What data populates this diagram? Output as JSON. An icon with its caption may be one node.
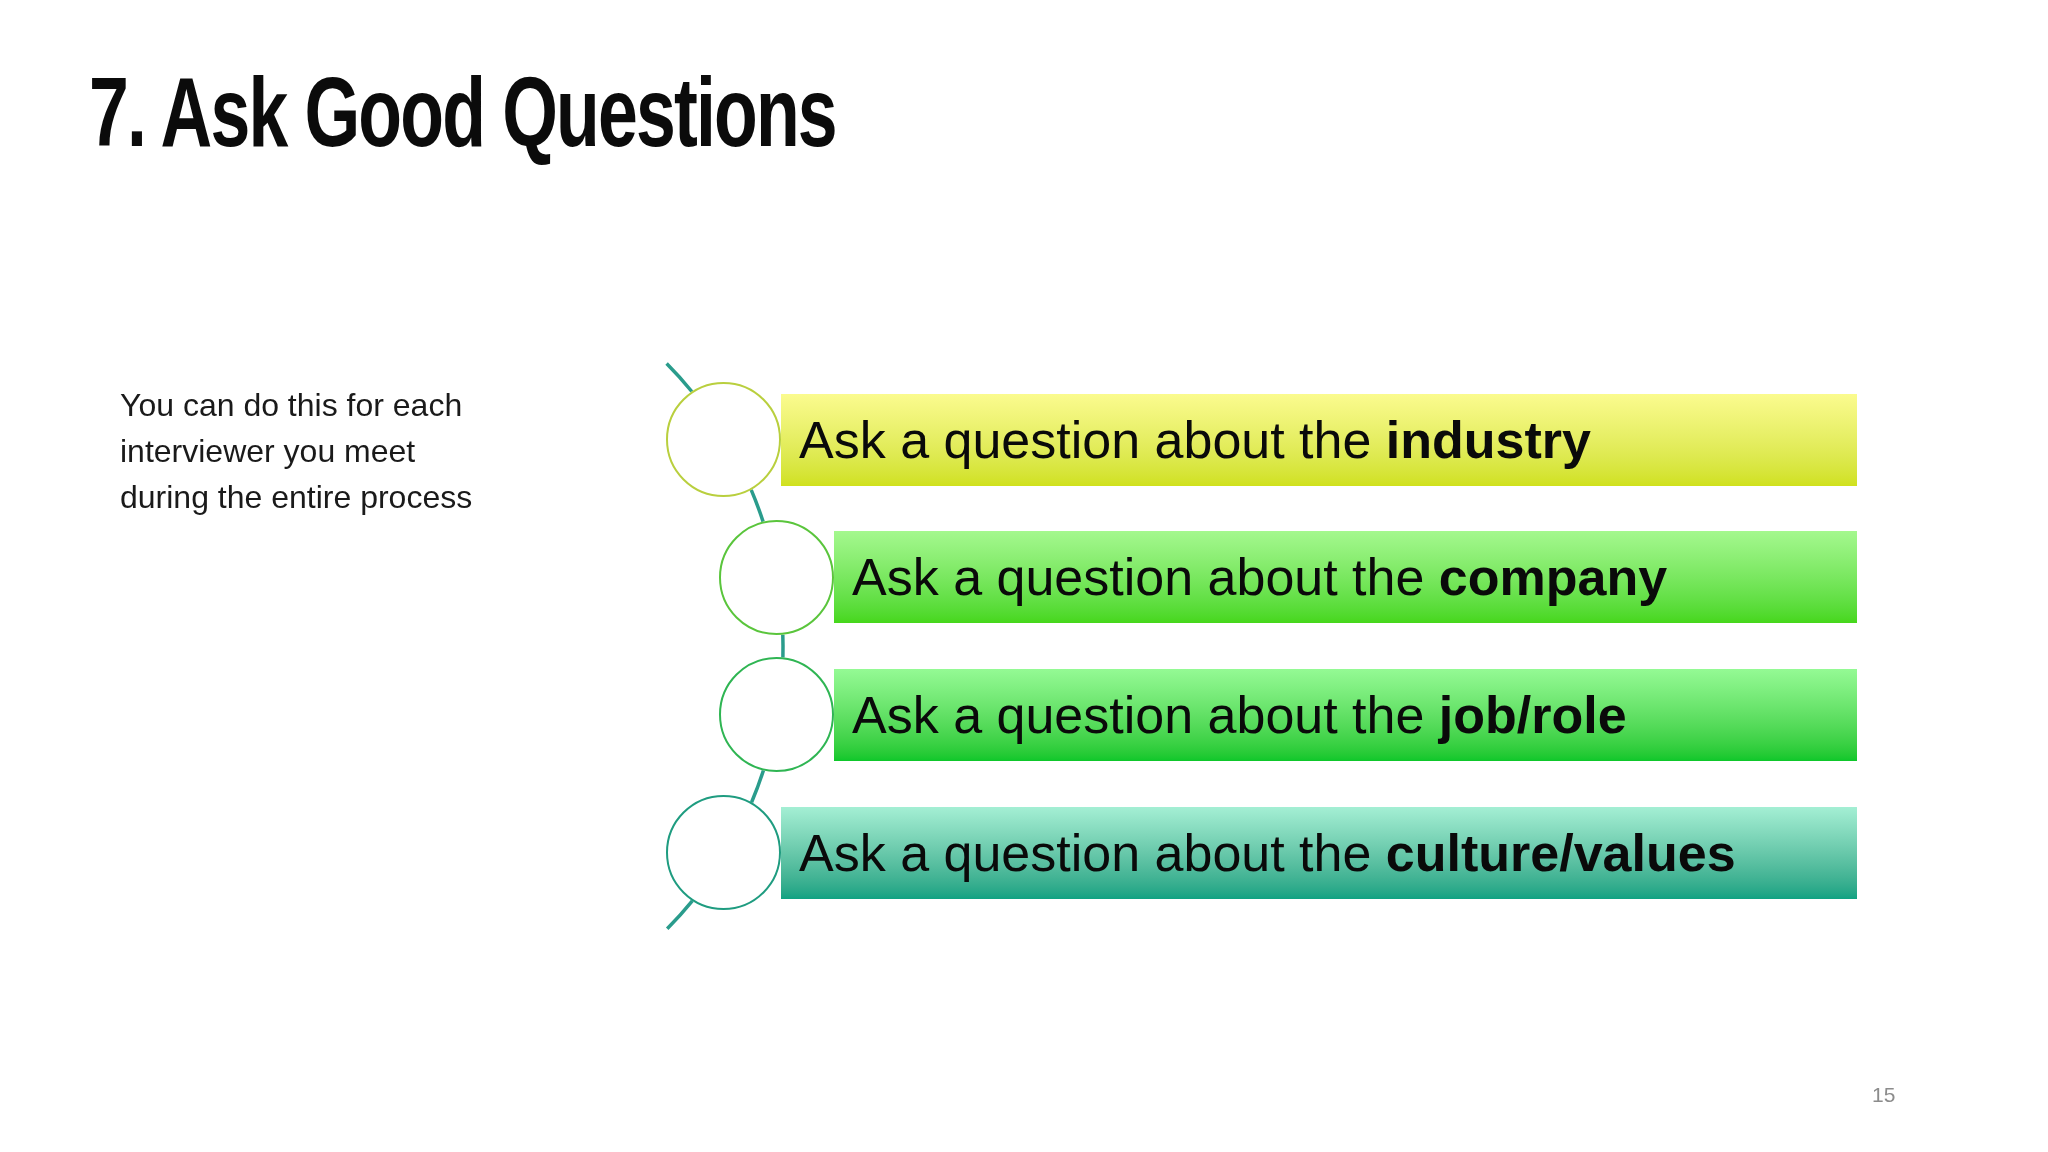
{
  "diagram": {
    "title": "7. Ask Good Questions",
    "nodes": [
      {
        "text": [],
        "shape": "circle"
      },
      {
        "text": [
          "Ask a question about the **industry**"
        ]
      },
      {
        "text": [],
        "shape": "circle"
      },
      {
        "text": [
          "Ask a question about the **company**"
        ]
      },
      {
        "text": [],
        "shape": "circle"
      },
      {
        "text": [
          "Ask a question about the **job/role**"
        ]
      },
      {
        "text": [],
        "shape": "circle"
      },
      {
        "text": [
          "Ask a question about the **culture/values**"
        ]
      }
    ],
    "edges": [
      {
        "from": null,
        "to": 0,
        "arrow": "none"
      },
      {
        "from": 0,
        "to": 2,
        "arrow": "none"
      },
      {
        "from": 2,
        "to": 4,
        "arrow": "none"
      },
      {
        "from": 4,
        "to": 6,
        "arrow": "none"
      },
      {
        "from": 6,
        "to": null,
        "arrow": "none"
      }
    ],
    "labels": [
      "You can do this for each interviewer you meet during the entire process",
      "15"
    ]
  }
}
